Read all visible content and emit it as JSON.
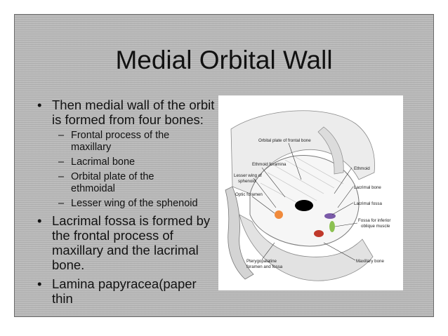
{
  "slide": {
    "title": "Medial Orbital Wall",
    "bullets": [
      {
        "text_lines": [
          "Then medial wall of the orbit",
          "is formed from four bones:"
        ]
      },
      {
        "text_lines": [
          "Lacrimal fossa is formed by",
          "the frontal process of",
          "maxillary and the lacrimal",
          "bone."
        ]
      },
      {
        "text_lines": [
          "Lamina papyracea(paper",
          "thin"
        ]
      }
    ],
    "sub_bullets": [
      {
        "text_lines": [
          "Frontal process of the",
          "maxillary"
        ]
      },
      {
        "text_lines": [
          "Lacrimal bone"
        ]
      },
      {
        "text_lines": [
          "Orbital plate of the",
          "ethmoidal"
        ]
      },
      {
        "text_lines": [
          "Lesser wing of the sphenoid"
        ]
      }
    ]
  },
  "figure": {
    "labels": {
      "orbital_plate": "Orbital plate of frontal bone",
      "ethmoid_foramina": "Ethmoid foramina",
      "lesser_wing_1": "Lesser wing of",
      "lesser_wing_2": "sphenoid",
      "optic_foramen": "Optic foramen",
      "ptery_1": "Pterygopalatine",
      "ptery_2": "foramen and fossa",
      "ethmoid": "Ethmoid",
      "lacrimal_bone": "Lacrimal bone",
      "lacrimal_fossa": "Lacrimal fossa",
      "fossa_inferior_1": "Fossa for inferior",
      "fossa_inferior_2": "oblique muscle",
      "maxillary_bone": "Maxillary bone"
    },
    "marker_colors": {
      "black": "#000000",
      "orange": "#f08a3c",
      "purple": "#7a5aa8",
      "green": "#8cc152",
      "red": "#c0392b"
    }
  }
}
